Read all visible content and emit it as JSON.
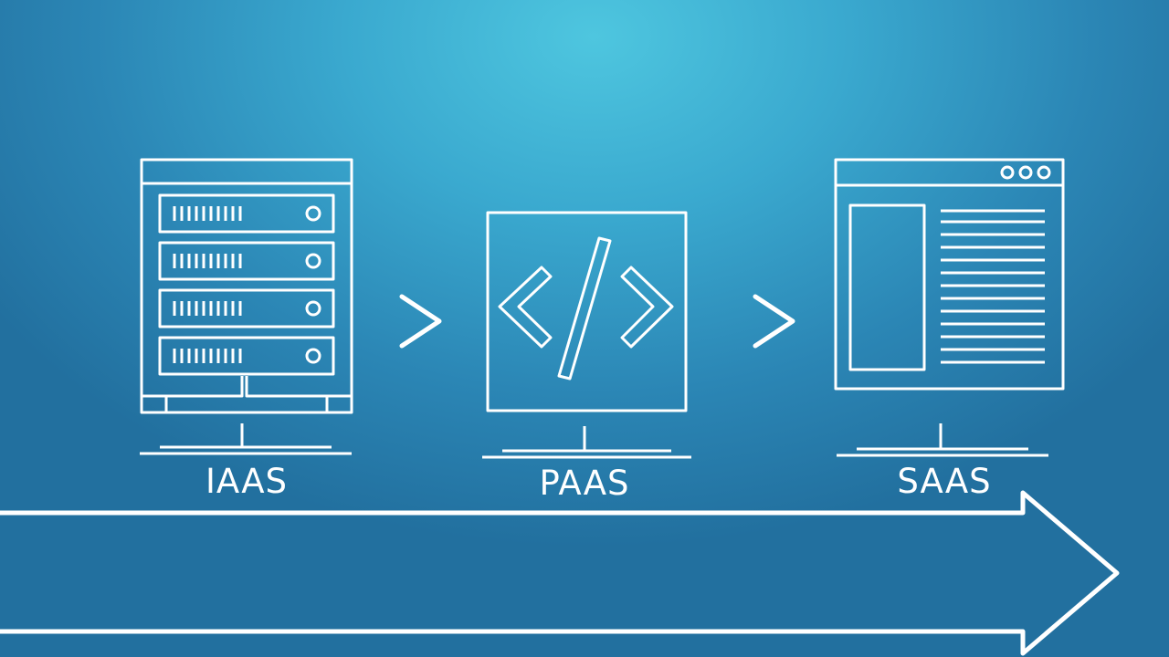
{
  "stages": [
    {
      "label": "IAAS",
      "icon": "server-rack-icon"
    },
    {
      "label": "PAAS",
      "icon": "code-brackets-icon"
    },
    {
      "label": "SAAS",
      "icon": "browser-window-icon"
    }
  ],
  "colors": {
    "stroke": "#ffffff",
    "bg_light": "#4ec6df",
    "bg_dark": "#22709f"
  }
}
